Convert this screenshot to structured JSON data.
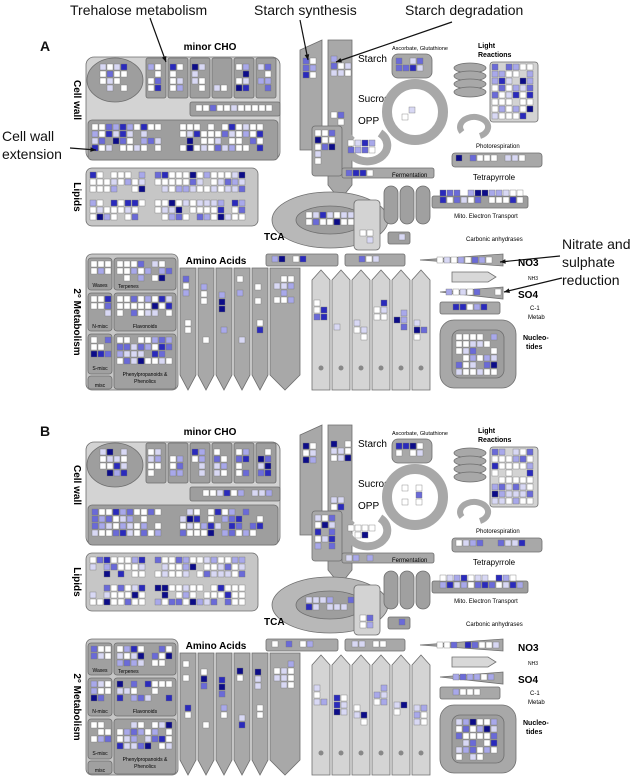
{
  "panels": [
    {
      "letter": "A"
    },
    {
      "letter": "B"
    }
  ],
  "callouts": {
    "trehalose": "Trehalose metabolism",
    "starch_synth": "Starch synthesis",
    "starch_degr": "Starch degradation",
    "cellwall_ext_1": "Cell wall",
    "cellwall_ext_2": "extension",
    "nitrate_1": "Nitrate and",
    "nitrate_2": "sulphate",
    "nitrate_3": "reduction"
  },
  "labels": {
    "minor_cho": "minor CHO",
    "cell_wall": "Cell wall",
    "lipids": "Lipids",
    "secondary_metabolism": "2° Metabolism",
    "waxes": "Waxes",
    "terpenes": "Terpenes",
    "n_misc": "N-misc",
    "flavonoids": "Flavonoids",
    "s_misc": "S-misc",
    "misc": "misc",
    "phenyl": "Phenylpropanoids &",
    "phenolics": "Phenolics",
    "amino_acids": "Amino Acids",
    "tca": "TCA",
    "starch": "Starch",
    "sucrose": "Sucrose",
    "opp": "OPP",
    "fermentation": "Fermentation",
    "asc": "Ascorbate, Glutathione",
    "light_1": "Light",
    "light_2": "Reactions",
    "photoresp": "Photorespiration",
    "tetrapyrrole": "Tetrapyrrole",
    "mito": "Mito. Electron Transport",
    "carbonic": "Carbonic anhydrases",
    "no3": "NO3",
    "nh3": "NH3",
    "so4": "SO4",
    "c1_1": "C-1",
    "c1_2": "Metab",
    "nucleo_1": "Nucleo-",
    "nucleo_2": "tides"
  }
}
